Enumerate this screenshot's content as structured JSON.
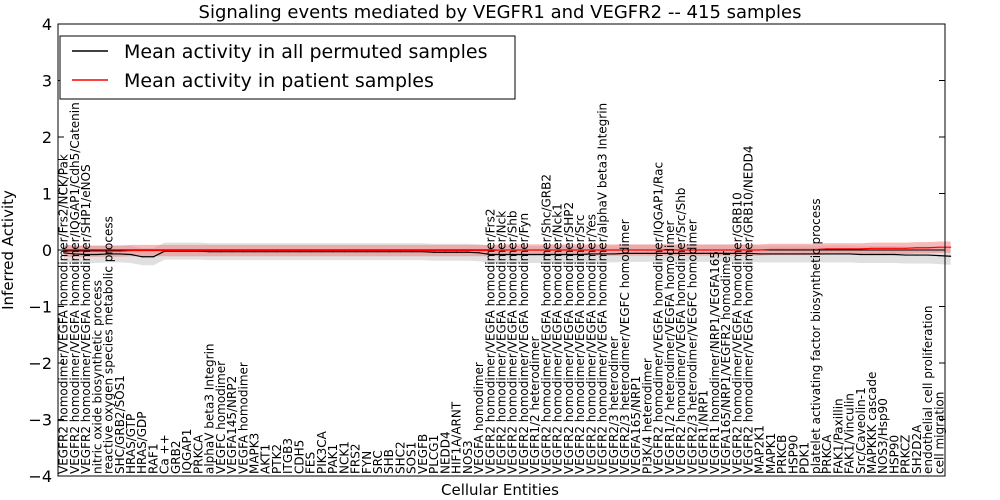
{
  "chart_data": {
    "type": "line",
    "title": "Signaling events mediated by VEGFR1 and VEGFR2 -- 415 samples",
    "xlabel": "Cellular Entities",
    "ylabel": "Inferred Activity",
    "ylim": [
      -4,
      4
    ],
    "yticks": [
      -4,
      -3,
      -2,
      -1,
      0,
      1,
      2,
      3,
      4
    ],
    "grid": false,
    "legend_position": "top-left",
    "colors": {
      "permuted": "#000000",
      "patient": "#ff0000",
      "permuted_band": "#cccccc",
      "patient_band": "#f08080"
    },
    "categories": [
      "VEGFR2 homodimer/VEGFA homodimer/Frs2/NCK/Pak",
      "VEGFR2 homodimer/VEGFA homodimer/IQGAP1/Cdh5/Catenin",
      "VEGFR2 homodimer/VEGFA homodimer/SHP1/eNOS",
      "nitric oxide biosynthetic process",
      "reactive oxygen species metabolic process",
      "SHC/GRB2/SOS1",
      "HRAS/GTP",
      "HRAS/GDP",
      "RAF1",
      "Ca ++",
      "GRB2",
      "IQGAP1",
      "PRKCA",
      "alphaV beta3 Integrin",
      "VEGFC homodimer",
      "VEGFA145/NRP2",
      "VEGFA homodimer",
      "MAPK3",
      "AKT1",
      "PTK2",
      "ITGB3",
      "CDH5",
      "FES",
      "PIK3CA",
      "PAK1",
      "NCK1",
      "FRS2",
      "FYN",
      "SRC",
      "SHB",
      "SHC2",
      "SOS1",
      "VEGFB",
      "PLCG1",
      "NEDD4",
      "HIF1A/ARNT",
      "NOS3",
      "VEGFA homodimer",
      "VEGFR2 homodimer/VEGFA homodimer/Frs2",
      "VEGFR2 homodimer/VEGFA homodimer/Nck",
      "VEGFR2 homodimer/VEGFA homodimer/Shb",
      "VEGFR2 homodimer/VEGFA homodimer/Fyn",
      "VEGFR1/2 heterodimer",
      "VEGFR2 homodimer/VEGFA homodimer/Shc/GRB2",
      "VEGFR2 homodimer/VEGFA homodimer/Nck1",
      "VEGFR2 homodimer/VEGFA homodimer/SHP2",
      "VEGFR2 homodimer/VEGFA homodimer/Src",
      "VEGFR2 homodimer/VEGFA homodimer/Yes",
      "VEGFR2 homodimer/VEGFA homodimer/alphaV beta3 Integrin",
      "VEGFR2/3 heterodimer",
      "VEGFR2/3 heterodimer/VEGFC homodimer",
      "VEGFA165/NRP1",
      "PI3K/4 heterodimer",
      "VEGFR2 homodimer/VEGFA homodimer/IQGAP1/Rac",
      "VEGFR1/2 heterodimer/VEGFA homodimer",
      "VEGFR2 homodimer/VEGFA homodimer/Src/Shb",
      "VEGFR2/3 heterodimer/VEGFC homodimer",
      "VEGFR1/NRP1",
      "VEGFR1 homodimer/NRP1/VEGFA165",
      "VEGFA165/NRP1/VEGFR2 homodimer",
      "VEGFR2 homodimer/VEGFA homodimer/GRB10",
      "VEGFR2 homodimer/VEGFA homodimer/GRB10/NEDD4",
      "MAP2K1",
      "MAPK1",
      "PRKCB",
      "HSP90",
      "PDK1",
      "platelet activating factor biosynthetic process",
      "PRKCA",
      "FAK1/Paxillin",
      "FAK1/Vinculin",
      "Src/Caveolin-1",
      "MAPKKK cascade",
      "NOS3/Hsp90",
      "HSP90",
      "PRKCZ",
      "SH2D2A",
      "endothelial cell proliferation",
      "cell migration"
    ],
    "series": [
      {
        "name": "Mean activity in all permuted samples",
        "values": [
          -0.05,
          -0.07,
          -0.08,
          -0.08,
          -0.07,
          -0.07,
          -0.08,
          -0.12,
          -0.12,
          -0.02,
          -0.02,
          -0.02,
          -0.02,
          -0.03,
          -0.03,
          -0.03,
          -0.03,
          -0.03,
          -0.03,
          -0.03,
          -0.03,
          -0.03,
          -0.03,
          -0.03,
          -0.03,
          -0.03,
          -0.03,
          -0.03,
          -0.03,
          -0.03,
          -0.03,
          -0.03,
          -0.03,
          -0.04,
          -0.04,
          -0.04,
          -0.04,
          -0.05,
          -0.08,
          -0.08,
          -0.08,
          -0.08,
          -0.08,
          -0.08,
          -0.08,
          -0.08,
          -0.08,
          -0.07,
          -0.07,
          -0.07,
          -0.06,
          -0.06,
          -0.06,
          -0.06,
          -0.06,
          -0.06,
          -0.06,
          -0.06,
          -0.06,
          -0.06,
          -0.06,
          -0.06,
          -0.07,
          -0.07,
          -0.07,
          -0.07,
          -0.07,
          -0.07,
          -0.07,
          -0.07,
          -0.07,
          -0.08,
          -0.08,
          -0.08,
          -0.08,
          -0.09,
          -0.09,
          -0.09,
          -0.1,
          -0.11
        ]
      },
      {
        "name": "Mean activity in patient samples",
        "values": [
          -0.02,
          -0.02,
          -0.02,
          -0.02,
          -0.02,
          -0.02,
          -0.01,
          -0.01,
          -0.01,
          -0.01,
          -0.01,
          -0.01,
          -0.01,
          -0.01,
          -0.01,
          -0.01,
          -0.01,
          -0.01,
          -0.01,
          -0.01,
          -0.01,
          -0.01,
          -0.01,
          -0.01,
          -0.01,
          -0.01,
          -0.01,
          -0.01,
          -0.01,
          -0.01,
          -0.01,
          -0.01,
          -0.01,
          -0.01,
          -0.01,
          -0.01,
          -0.01,
          -0.01,
          -0.01,
          0,
          0,
          0,
          0,
          0,
          0,
          0,
          0,
          0,
          0,
          0,
          0,
          0,
          0,
          0,
          0,
          0,
          0,
          0,
          0,
          0,
          0,
          0,
          0,
          0.01,
          0.01,
          0.01,
          0.01,
          0.01,
          0.02,
          0.02,
          0.02,
          0.02,
          0.03,
          0.03,
          0.03,
          0.03,
          0.04,
          0.04,
          0.05,
          0.05
        ]
      }
    ]
  }
}
